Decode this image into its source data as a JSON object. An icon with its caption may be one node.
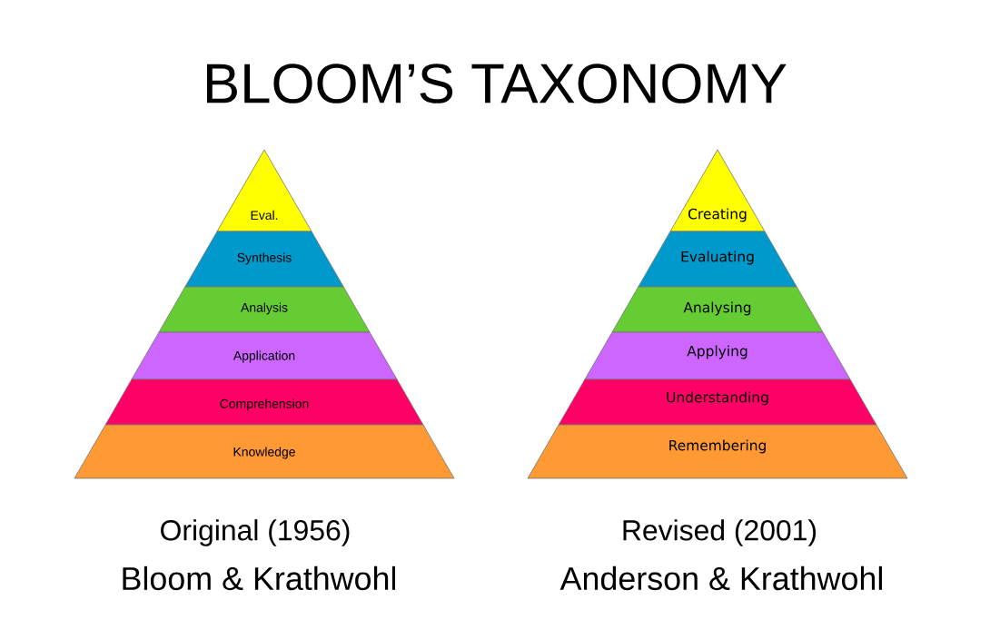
{
  "diagram": {
    "title": "BLOOM’S TAXONOMY",
    "nodes": [
      {
        "text": [
          "Eval."
        ]
      },
      {
        "text": [
          "Synthesis"
        ]
      },
      {
        "text": [
          "Analysis"
        ]
      },
      {
        "text": [
          "Application"
        ]
      },
      {
        "text": [
          "Comprehension"
        ]
      },
      {
        "text": [
          "Knowledge"
        ]
      },
      {
        "text": [
          "Creating"
        ]
      },
      {
        "text": [
          "Evaluating"
        ]
      },
      {
        "text": [
          "Analysing"
        ]
      },
      {
        "text": [
          "Applying"
        ]
      },
      {
        "text": [
          "Understanding"
        ]
      },
      {
        "text": [
          "Remembering"
        ]
      }
    ],
    "labels": [
      "Original (1956)",
      "Revised (2001)",
      "Bloom & Krathwohl",
      "Anderson & Krathwohl"
    ]
  }
}
